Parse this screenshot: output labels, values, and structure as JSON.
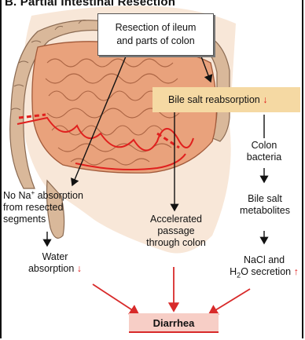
{
  "header": "B. Partial Intestinal Resection",
  "resection_box": {
    "line1": "Resection of ileum",
    "line2": "and parts of colon"
  },
  "bile_box": {
    "text": "Bile salt reabsorption",
    "indicator": "↓"
  },
  "colon_bacteria": {
    "line1": "Colon",
    "line2": "bacteria"
  },
  "bile_metabolites": {
    "line1": "Bile salt",
    "line2": "metabolites"
  },
  "secretion": {
    "line1": "NaCl and",
    "line2_a": "H",
    "line2_sub": "2",
    "line2_b": "O secretion",
    "indicator": "↑"
  },
  "no_na": {
    "line1_a": "No Na",
    "line1_sup": "+",
    "line1_b": " absorption",
    "line2": "from resected",
    "line3": "segments"
  },
  "water": {
    "line1": "Water",
    "line2": "absorption",
    "indicator": "↓"
  },
  "accelerated": {
    "line1": "Accelerated",
    "line2": "passage",
    "line3": "through colon"
  },
  "diarrhea": "Diarrhea",
  "colors": {
    "accent_red": "#e0201e",
    "bile_box_bg": "#f5d9a3",
    "diarrhea_bg": "#f7cec6",
    "intestine": "#e9a27c"
  }
}
